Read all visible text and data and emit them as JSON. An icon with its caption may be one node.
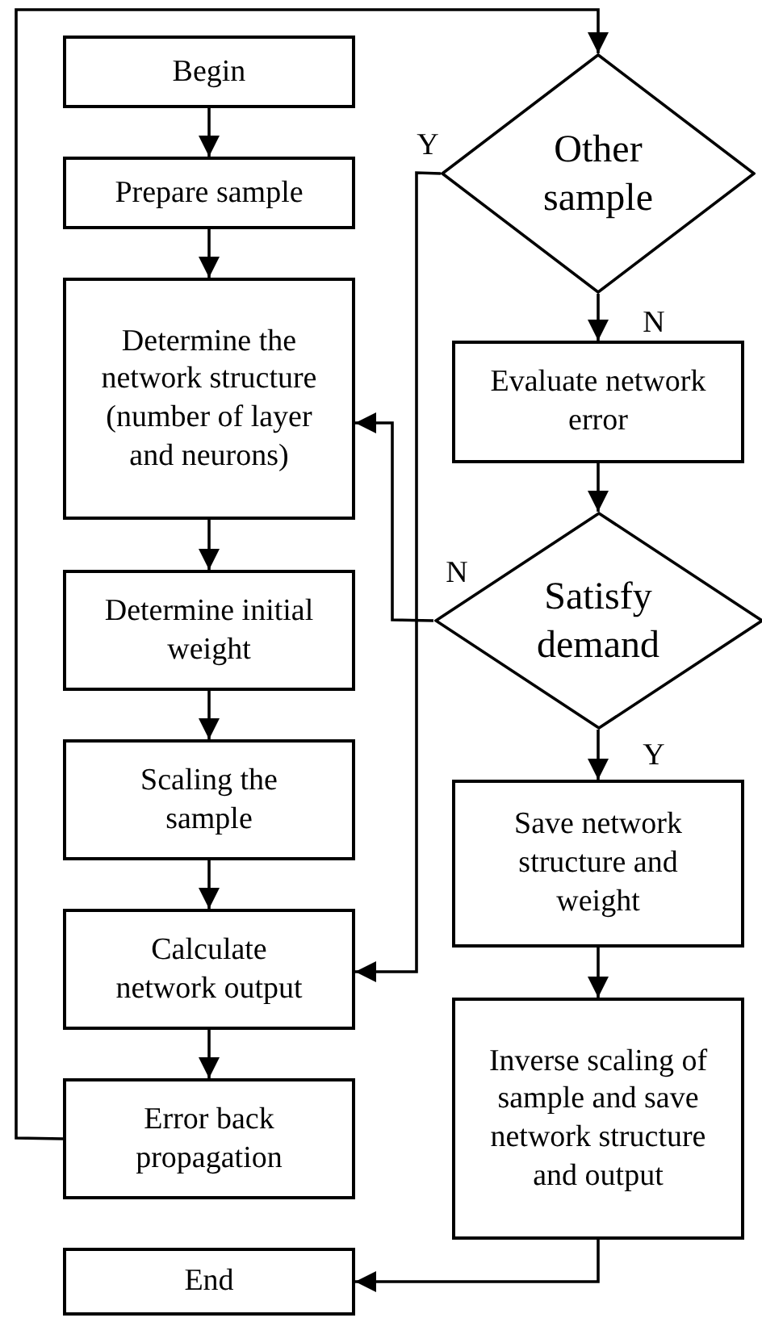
{
  "diagram": {
    "nodes": [
      {
        "text": [
          "Begin"
        ]
      },
      {
        "text": [
          "Prepare sample"
        ]
      },
      {
        "text": [
          "Determine the network structure (number of layer and neurons)"
        ]
      },
      {
        "text": [
          "Determine initial weight"
        ]
      },
      {
        "text": [
          "Scaling the sample"
        ]
      },
      {
        "text": [
          "Calculate network output"
        ]
      },
      {
        "text": [
          "Error back propagation"
        ]
      },
      {
        "text": [
          "End"
        ]
      },
      {
        "text": [
          "Other sample"
        ]
      },
      {
        "text": [
          "Evaluate network error"
        ]
      },
      {
        "text": [
          "Satisfy demand"
        ]
      },
      {
        "text": [
          "Save network structure and weight"
        ]
      },
      {
        "text": [
          "Inverse scaling of sample and save network structure and output"
        ]
      }
    ],
    "edges": [
      {
        "from": 0,
        "to": 1,
        "arrow": "to"
      },
      {
        "from": 1,
        "to": 2,
        "arrow": "to"
      },
      {
        "from": 2,
        "to": 3,
        "arrow": "to"
      },
      {
        "from": 3,
        "to": 4,
        "arrow": "to"
      },
      {
        "from": 4,
        "to": 5,
        "arrow": "to"
      },
      {
        "from": 5,
        "to": 6,
        "arrow": "to"
      },
      {
        "from": 6,
        "to": 8,
        "arrow": "to"
      },
      {
        "from": 8,
        "to": 5,
        "arrow": "to",
        "label": "Y"
      },
      {
        "from": 8,
        "to": 9,
        "arrow": "to",
        "label": "N"
      },
      {
        "from": 9,
        "to": 10,
        "arrow": "to"
      },
      {
        "from": 10,
        "to": 2,
        "arrow": "to",
        "label": "N"
      },
      {
        "from": 10,
        "to": 11,
        "arrow": "to",
        "label": "Y"
      },
      {
        "from": 11,
        "to": 12,
        "arrow": "to"
      },
      {
        "from": 12,
        "to": 7,
        "arrow": "to"
      }
    ]
  }
}
